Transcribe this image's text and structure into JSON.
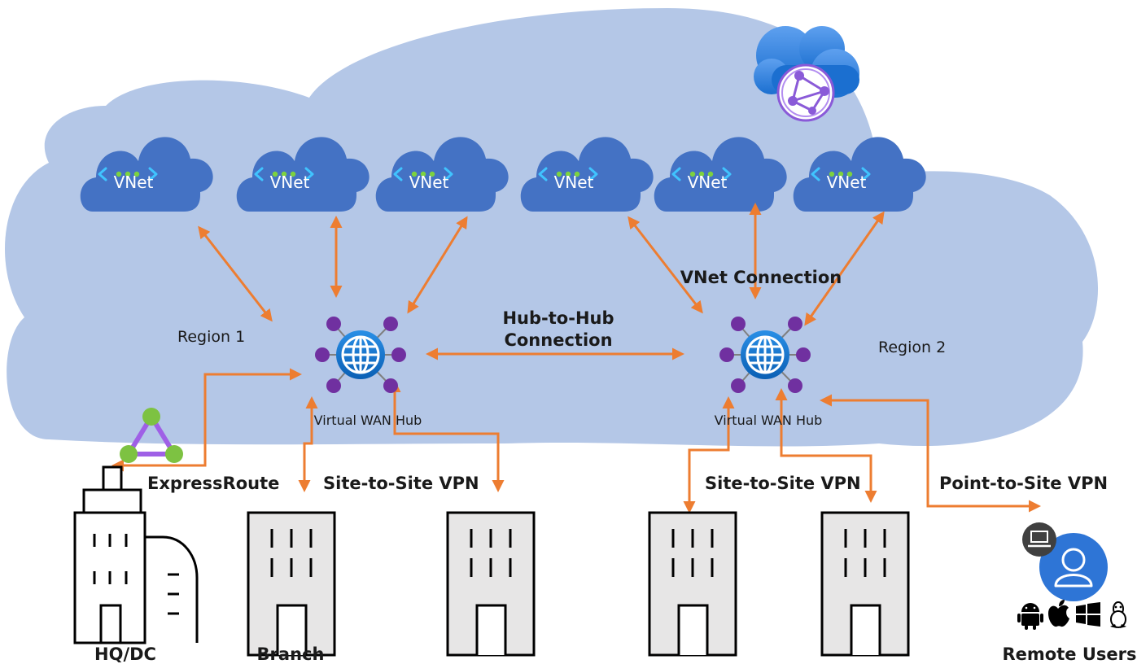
{
  "vnets": [
    {
      "label": "VNet"
    },
    {
      "label": "VNet"
    },
    {
      "label": "VNet"
    },
    {
      "label": "VNet"
    },
    {
      "label": "VNet"
    },
    {
      "label": "VNet"
    }
  ],
  "regions": {
    "region1": "Region 1",
    "region2": "Region 2"
  },
  "hubs": {
    "hub1": "Virtual WAN Hub",
    "hub2": "Virtual WAN Hub"
  },
  "connections": {
    "hub_to_hub_line1": "Hub-to-Hub",
    "hub_to_hub_line2": "Connection",
    "vnet_connection": "VNet Connection",
    "expressroute": "ExpressRoute",
    "s2s_left": "Site-to-Site VPN",
    "s2s_right": "Site-to-Site VPN",
    "p2s": "Point-to-Site VPN"
  },
  "sites": {
    "hq": "HQ/DC",
    "branch": "Branch",
    "remote_users": "Remote Users"
  },
  "icons": {
    "vwan": "virtual-wan-icon",
    "vnet": "vnet-cloud-icon",
    "hub": "globe-hub-icon",
    "expressroute": "expressroute-triangle-icon",
    "building": "building-icon",
    "user": "user-icon",
    "laptop": "laptop-icon",
    "android": "android-icon",
    "apple": "apple-icon",
    "windows": "windows-icon",
    "linux": "linux-icon"
  },
  "colors": {
    "cloud_bg": "#b4c7e7",
    "vnet_cloud": "#4472c4",
    "arrow": "#ed7d31",
    "hub_globe": "#0078d4",
    "hub_node": "#7030a0",
    "expressroute_node": "#7dc242",
    "expressroute_edge": "#9f60e6",
    "user_circle": "#2e75d6",
    "building_fill": "#e7e6e6"
  }
}
